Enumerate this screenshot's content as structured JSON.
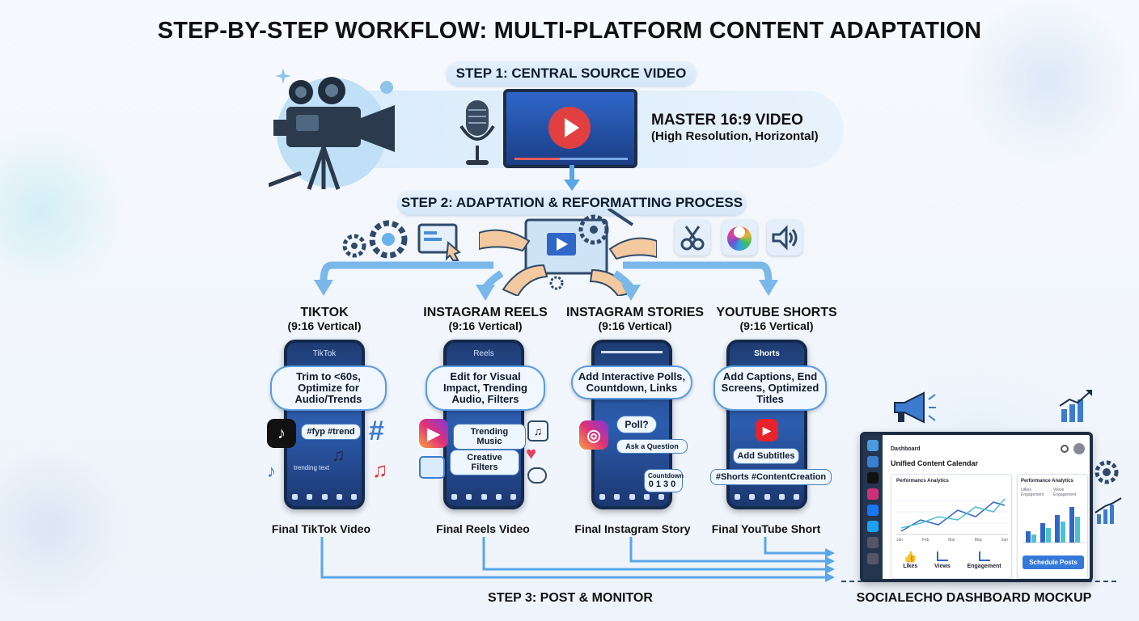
{
  "title": "STEP-BY-STEP WORKFLOW: MULTI-PLATFORM CONTENT ADAPTATION",
  "step1": {
    "label": "STEP 1: CENTRAL SOURCE VIDEO",
    "video_title": "MASTER 16:9 VIDEO",
    "video_sub": "(High Resolution, Horizontal)"
  },
  "step2": {
    "label": "STEP 2: ADAPTATION & REFORMATTING PROCESS"
  },
  "step3": {
    "label": "STEP 3: POST & MONITOR"
  },
  "platforms": [
    {
      "name": "TIKTOK",
      "format": "(9:16 Vertical)",
      "screen_label": "TikTok",
      "bubble": "Trim to <60s, Optimize for Audio/Trends",
      "tags": [
        "#fyp #trend"
      ],
      "overlay_text": "trending text",
      "final": "Final TikTok Video"
    },
    {
      "name": "INSTAGRAM REELS",
      "format": "(9:16 Vertical)",
      "screen_label": "Reels",
      "bubble": "Edit for Visual Impact, Trending Audio, Filters",
      "tags": [
        "Trending Music",
        "Creative Filters"
      ],
      "final": "Final Reels Video"
    },
    {
      "name": "INSTAGRAM STORIES",
      "format": "(9:16 Vertical)",
      "screen_label": "",
      "bubble": "Add Interactive Polls, Countdown,  Links",
      "tags": [
        "Poll?",
        "Ask a Question",
        "Countdown",
        "0130"
      ],
      "final": "Final Instagram Story"
    },
    {
      "name": "YOUTUBE SHORTS",
      "format": "(9:16 Vertical)",
      "screen_label": "Shorts",
      "bubble": "Add Captions, End Screens, Optimized Titles",
      "tags": [
        "Add Subtitles",
        "#Shorts #ContentCreation"
      ],
      "final": "Final YouTube Short"
    }
  ],
  "dashboard": {
    "caption": "SOCIALECHO DASHBOARD MOCKUP",
    "header": "Dashboard",
    "heading": "Unified Content Calendar",
    "card1_title": "Performancs Analytics",
    "card2_title": "Performance Analytics",
    "months": [
      "Jan",
      "Feb",
      "Mar",
      "May",
      "Jan"
    ],
    "metrics": [
      "Llkes",
      "Views",
      "Engagement"
    ],
    "legend": [
      "Lilkes",
      "Views",
      "Engagement",
      "Engagement"
    ],
    "button": "Schedule Posts"
  },
  "colors": {
    "accent": "#4a9be0",
    "phone": "#2d5db0",
    "arrow": "#5aa6e6",
    "dashboard_button": "#3478d8"
  }
}
